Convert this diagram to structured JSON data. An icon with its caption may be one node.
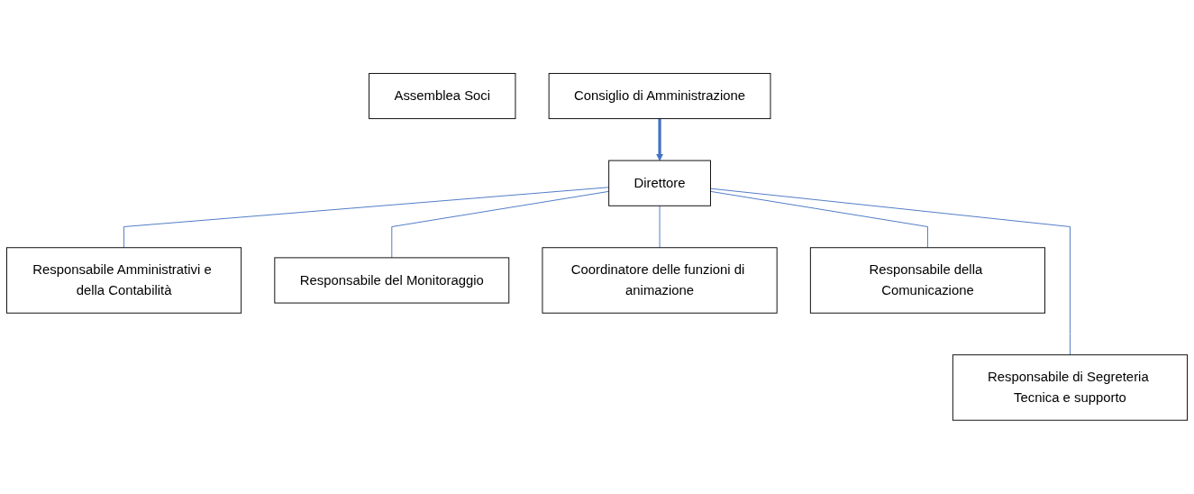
{
  "diagram": {
    "nodes": [
      {
        "text": [
          "Assemblea Soci"
        ]
      },
      {
        "text": [
          "Consiglio di Amministrazione"
        ]
      },
      {
        "text": [
          "Direttore"
        ]
      },
      {
        "text": [
          "Responsabile Amministrativi e della Contabilità"
        ]
      },
      {
        "text": [
          "Responsabile del Monitoraggio"
        ]
      },
      {
        "text": [
          "Coordinatore delle funzioni di animazione"
        ]
      },
      {
        "text": [
          "Responsabile della Comunicazione"
        ]
      },
      {
        "text": [
          "Responsabile di Segreteria Tecnica e supporto"
        ]
      }
    ],
    "edges": [
      {
        "from": 1,
        "to": 2,
        "arrow": "to",
        "style": "thick"
      },
      {
        "from": 2,
        "to": 3,
        "arrow": "none"
      },
      {
        "from": 2,
        "to": 4,
        "arrow": "none"
      },
      {
        "from": 2,
        "to": 5,
        "arrow": "none"
      },
      {
        "from": 2,
        "to": 6,
        "arrow": "none"
      },
      {
        "from": 2,
        "to": 7,
        "arrow": "none"
      }
    ]
  }
}
